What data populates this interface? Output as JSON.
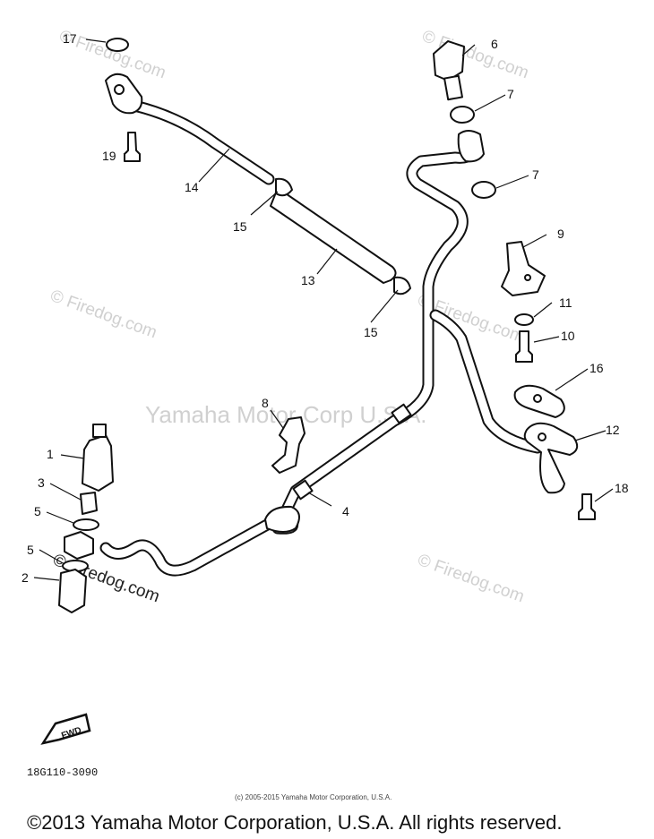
{
  "watermarks": {
    "center": "Yamaha Motor Corp U.S.A.",
    "firedog": "© Firedog.com"
  },
  "callouts": [
    "1",
    "2",
    "3",
    "4",
    "5",
    "5",
    "6",
    "7",
    "7",
    "8",
    "9",
    "10",
    "11",
    "12",
    "13",
    "14",
    "15",
    "15",
    "16",
    "17",
    "18",
    "19"
  ],
  "fwd_label": "FWD",
  "diagram_code": "18G110-3090",
  "small_copyright": "(c) 2005-2015 Yamaha Motor Corporation, U.S.A.",
  "copyright": "©2013 Yamaha Motor Corporation, U.S.A. All rights reserved.",
  "colors": {
    "ink": "#111111",
    "watermark": "#d0d0d0",
    "background": "#ffffff"
  }
}
